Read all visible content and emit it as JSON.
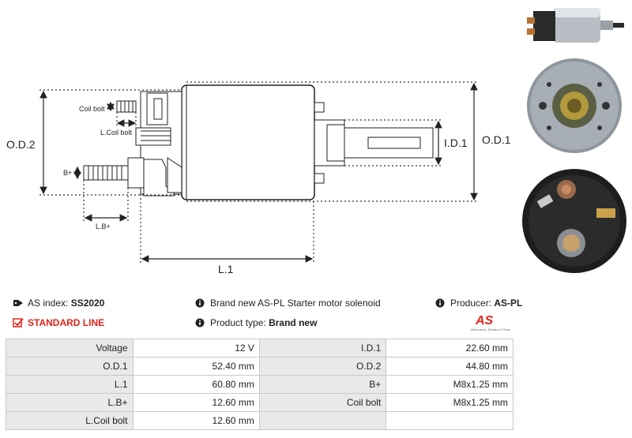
{
  "drawing": {
    "labels": {
      "coil_bolt": "Coil bolt",
      "l_coil_bolt": "L.Coil bolt",
      "b_plus": "B+",
      "l_b_plus": "L.B+",
      "od2": "O.D.2",
      "od1": "O.D.1",
      "id1": "I.D.1",
      "l1": "L.1"
    }
  },
  "info": {
    "as_index_label": "AS index:",
    "as_index_value": "SS2020",
    "line_label": "STANDARD LINE",
    "description": "Brand new AS-PL Starter motor solenoid",
    "product_type_label": "Product type:",
    "product_type_value": "Brand new",
    "producer_label": "Producer:",
    "producer_value": "AS-PL"
  },
  "logo": {
    "mark": "AS",
    "tagline": "Alternators, Starters & Parts"
  },
  "colors": {
    "accent": "#e3231b",
    "label_bg": "#e9e9e9",
    "border": "#c9c9c9"
  },
  "specs": [
    {
      "label1": "Voltage",
      "value1": "12 V",
      "label2": "I.D.1",
      "value2": "22.60 mm"
    },
    {
      "label1": "O.D.1",
      "value1": "52.40 mm",
      "label2": "O.D.2",
      "value2": "44.80 mm"
    },
    {
      "label1": "L.1",
      "value1": "60.80 mm",
      "label2": "B+",
      "value2": "M8x1.25 mm"
    },
    {
      "label1": "L.B+",
      "value1": "12.60 mm",
      "label2": "Coil bolt",
      "value2": "M8x1.25 mm"
    },
    {
      "label1": "L.Coil bolt",
      "value1": "12.60 mm",
      "label2": "",
      "value2": ""
    }
  ]
}
